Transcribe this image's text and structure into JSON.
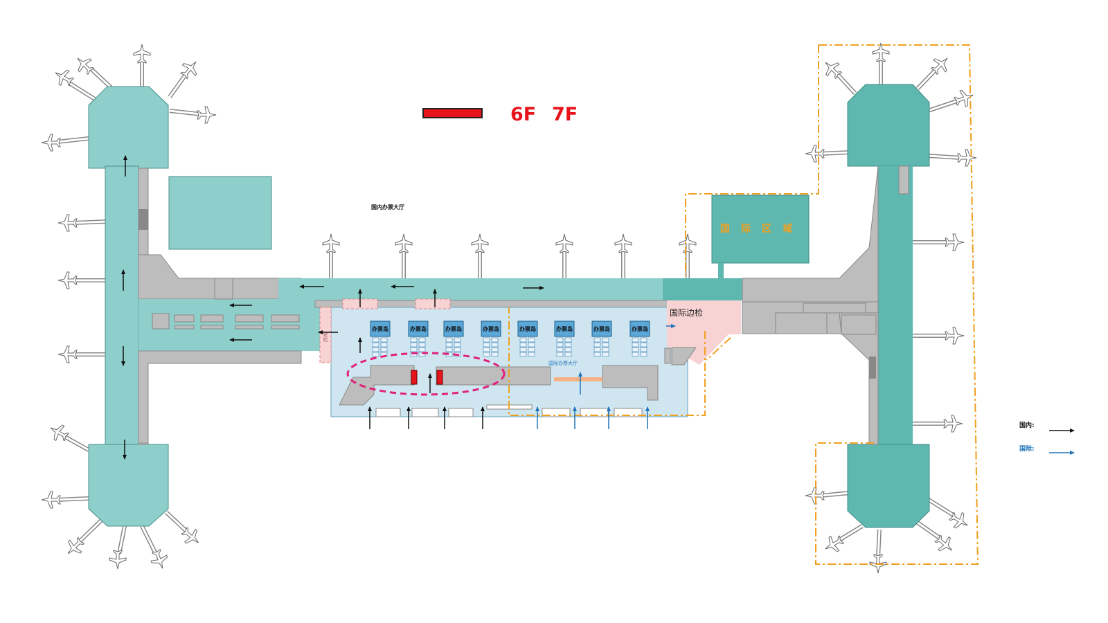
{
  "legend_floor": {
    "labels": [
      "6F",
      "7F"
    ],
    "marker_color": "#e8141c"
  },
  "labels": {
    "domestic_hall": "国内办票大厅",
    "international_zone": "国际区域",
    "border_check": "国际边检",
    "international_hall": "国际办票大厅",
    "counter_text": "办票岛",
    "security_vertical": "安检"
  },
  "counter_islands": {
    "count": 8
  },
  "arrow_legend": {
    "domestic": {
      "label": "国内:",
      "color": "#111111"
    },
    "international": {
      "label": "国际:",
      "color": "#1f73b7"
    }
  },
  "colors": {
    "concourse": "#5fb8b0",
    "corridor": "#8ecfcb",
    "service": "#bdbdbd",
    "hall": "#cfe6f1",
    "border_zone": "#f8d3d3",
    "highlight": "#e0217a",
    "intl_outline": "#f0a020",
    "marker_red": "#e8141c"
  }
}
